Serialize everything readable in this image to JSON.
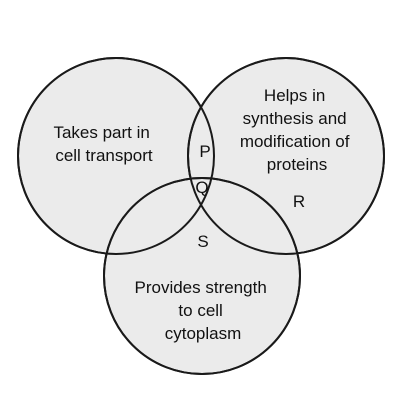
{
  "circles": {
    "left": {
      "lines": [
        "Takes part in",
        "cell transport"
      ]
    },
    "right": {
      "lines": [
        "Helps in",
        "synthesis and",
        "modification of",
        "proteins"
      ]
    },
    "bottom": {
      "lines": [
        "Provides strength",
        "to cell",
        "cytoplasm"
      ]
    }
  },
  "regions": {
    "p": "P",
    "q": "Q",
    "r": "R",
    "s": "S"
  }
}
